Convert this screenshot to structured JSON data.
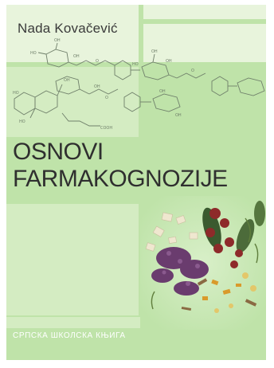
{
  "cover": {
    "author": "Nada Kovačević",
    "title_line1": "OSNOVI",
    "title_line2": "FARMAKOGNOZIJE",
    "publisher": "СРПСКА ШКОЛСКА КЊИГА",
    "colors": {
      "background_green": "#bfe3a9",
      "pale_block": "#e8f4dc",
      "title_text": "#2f2f2f",
      "publisher_text": "#ffffff"
    }
  },
  "structure_labels": {
    "oh": "OH",
    "ho": "HO",
    "o": "O",
    "cooh": "COOH"
  }
}
